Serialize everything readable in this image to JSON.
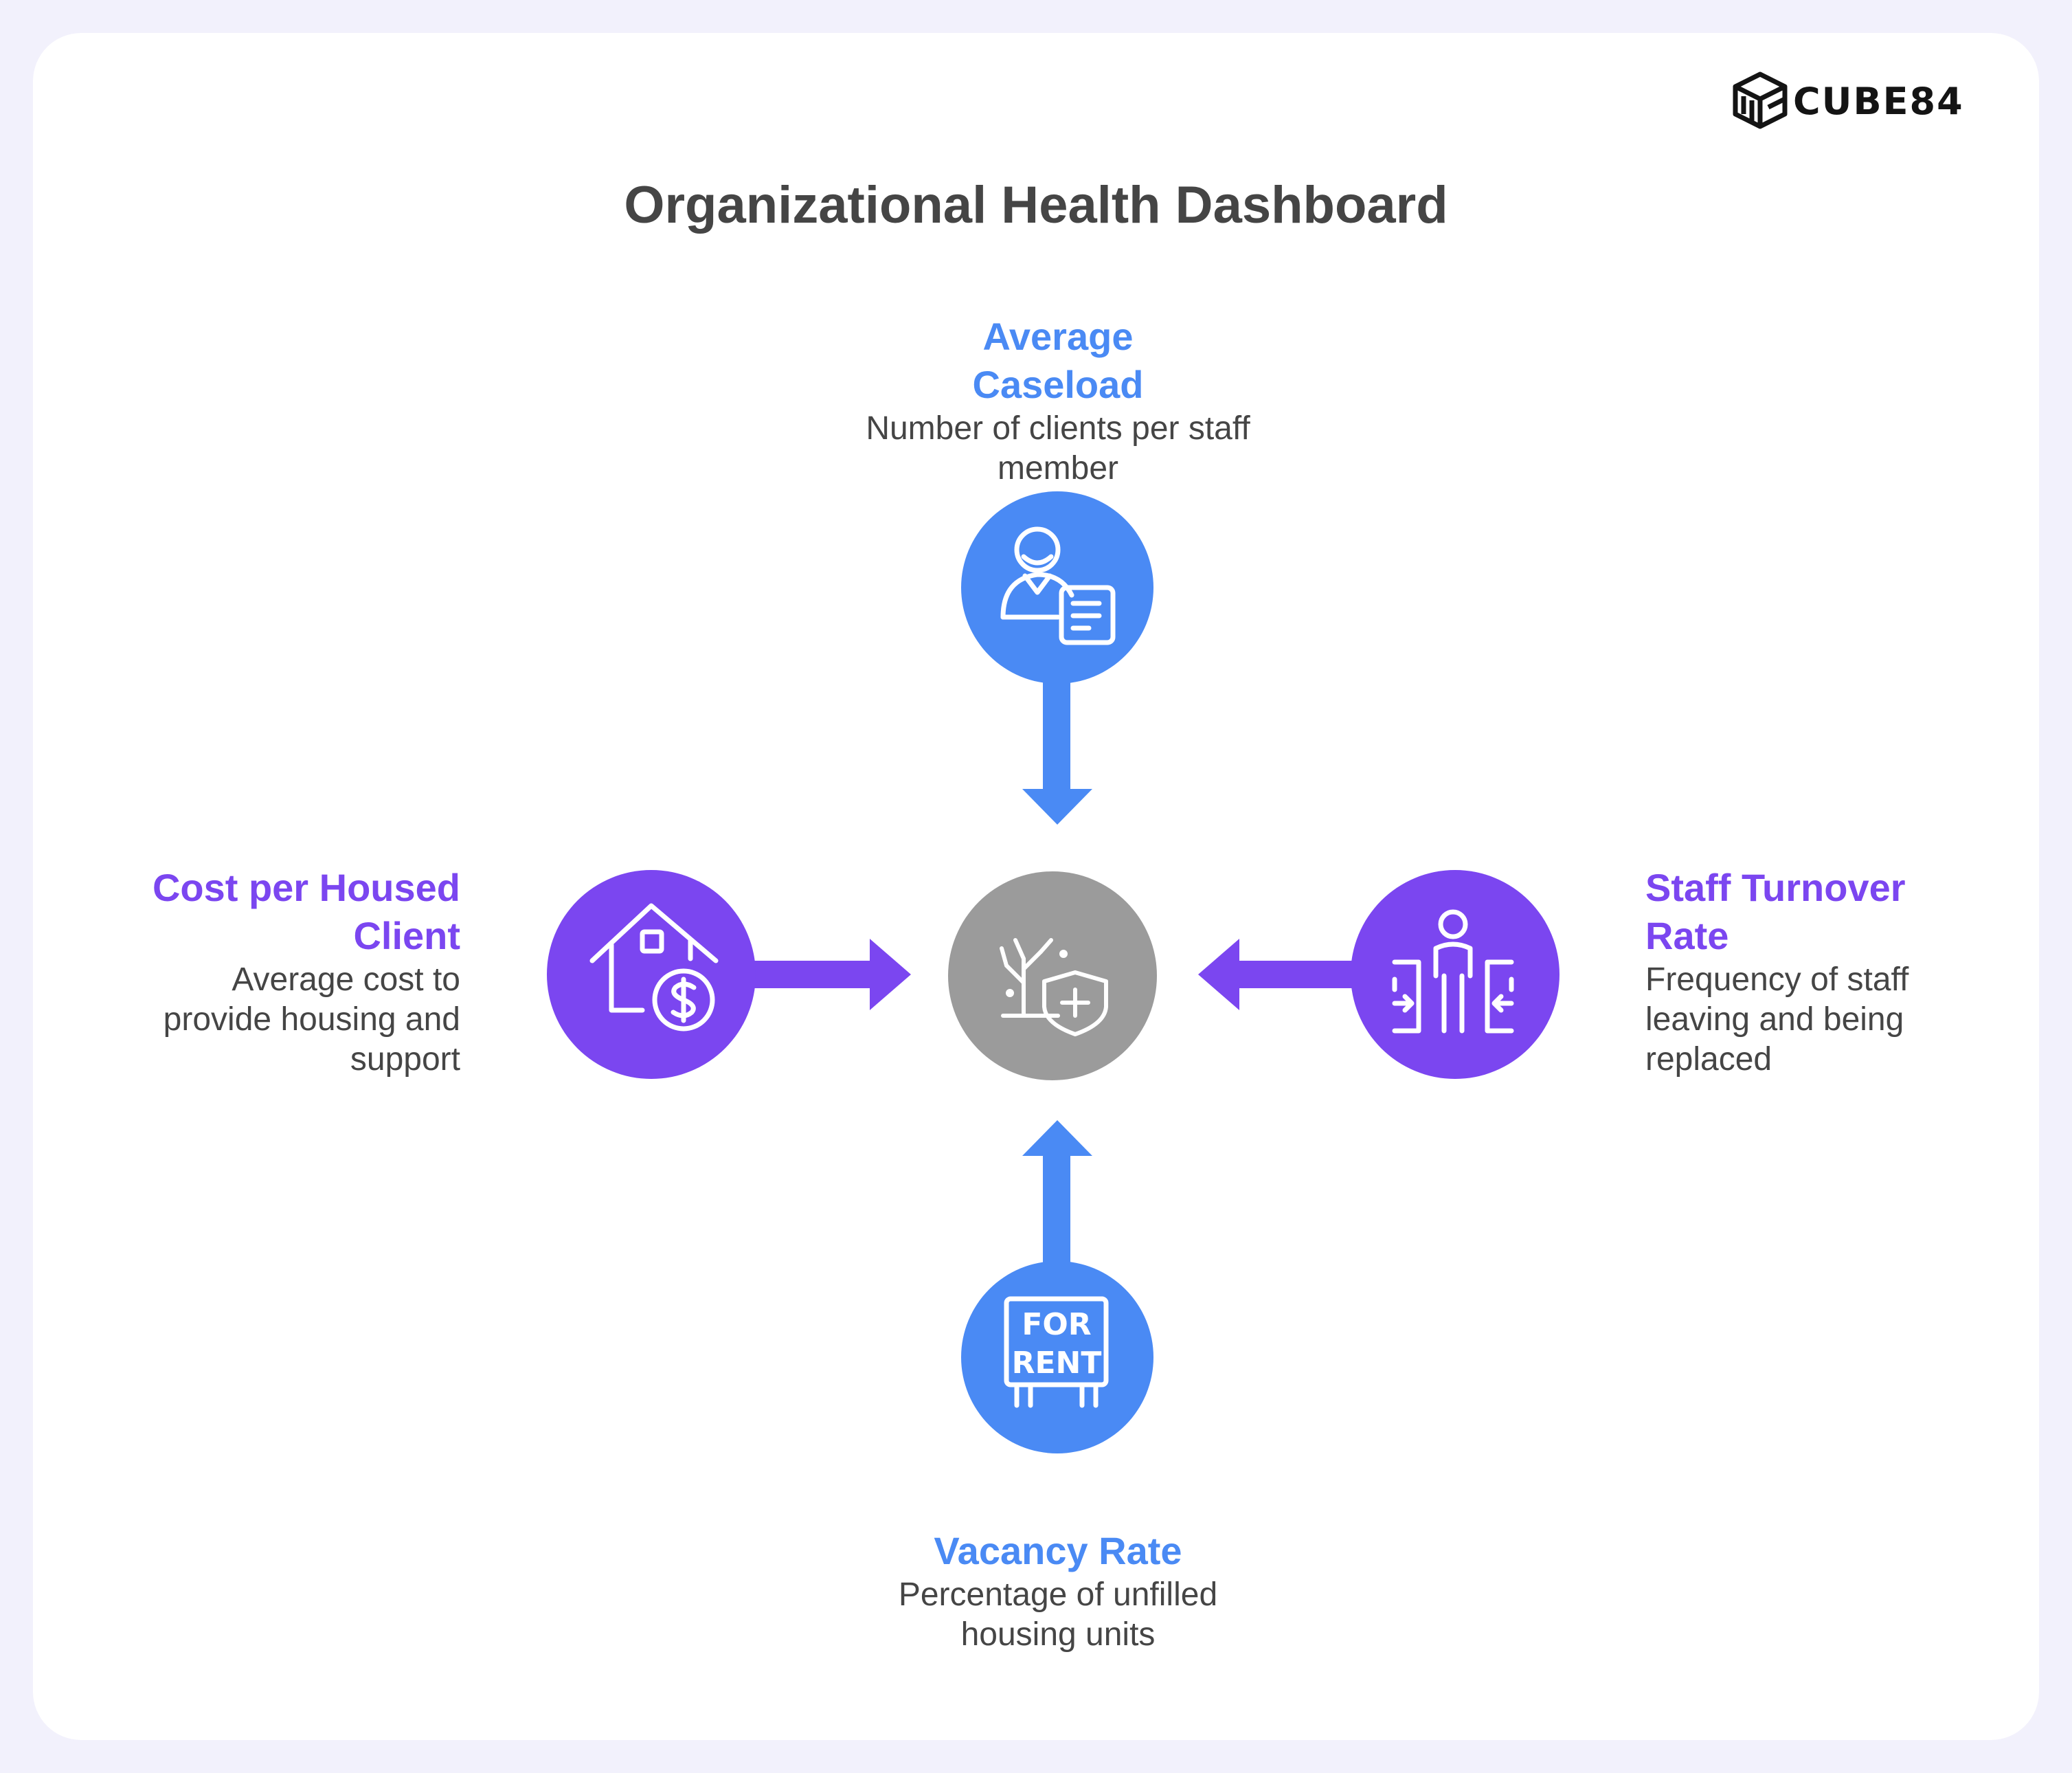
{
  "title": "Organizational Health Dashboard",
  "logo": {
    "text": "CUBE84",
    "icon": "cube-logo-icon"
  },
  "center": {
    "icon": "dead-tree-shield-plus-icon",
    "color": "#9b9b9b"
  },
  "nodes": {
    "top": {
      "title": "Average Caseload",
      "description": "Number of clients per staff member",
      "icon": "staff-document-icon",
      "color": "#4a8af4"
    },
    "left": {
      "title": "Cost per Housed Client",
      "description": "Average cost to provide housing and support",
      "icon": "house-dollar-icon",
      "color": "#7b46f0"
    },
    "right": {
      "title": "Staff Turnover Rate",
      "description": "Frequency of staff leaving and being replaced",
      "icon": "person-doors-arrows-icon",
      "color": "#7b46f0"
    },
    "bottom": {
      "title": "Vacancy Rate",
      "description": "Percentage of unfilled housing units",
      "icon": "for-rent-sign-icon",
      "color": "#4a8af4",
      "sign_text_1": "FOR",
      "sign_text_2": "RENT"
    }
  }
}
